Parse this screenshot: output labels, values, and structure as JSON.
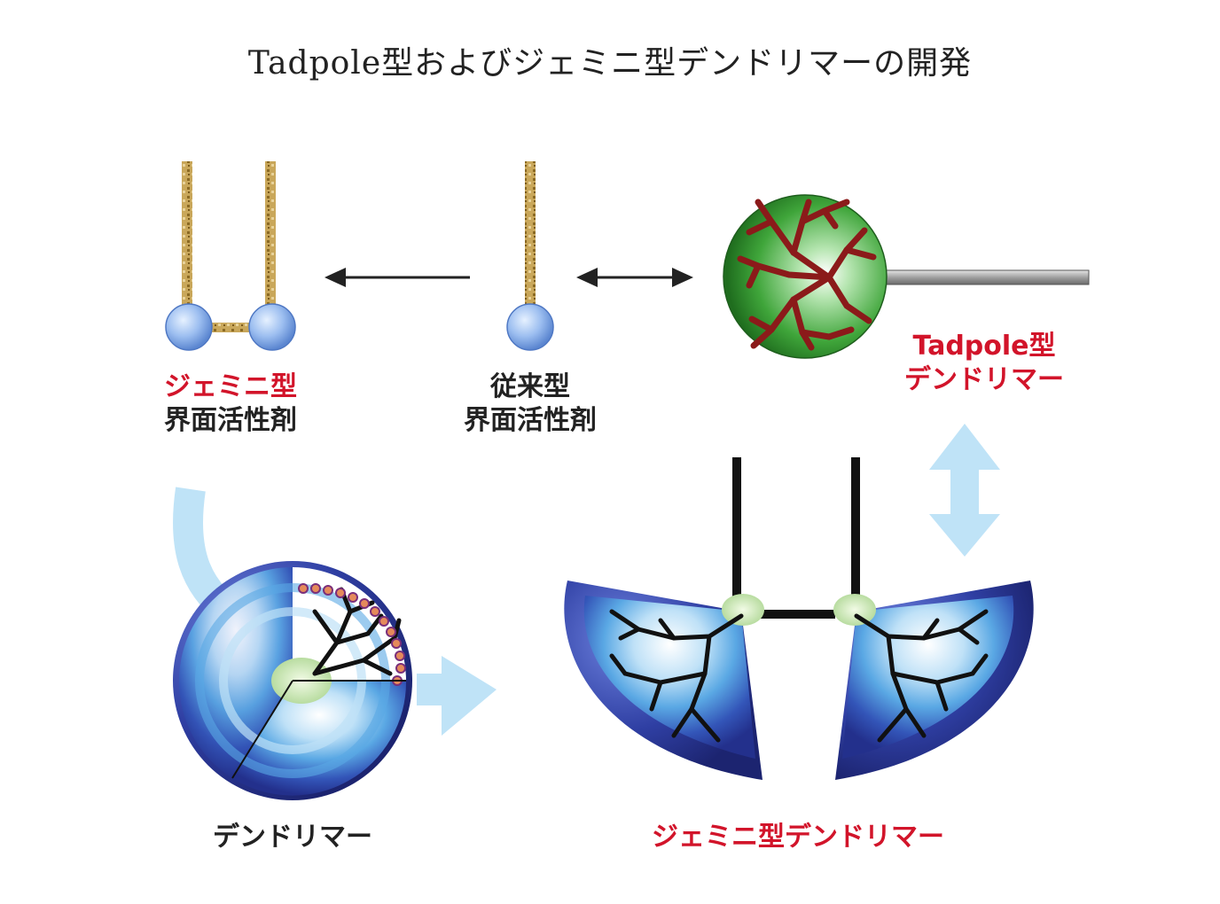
{
  "title": "Tadpole型およびジェミニ型デンドリマーの開発",
  "labels": {
    "gemini_surfactant_line1": "ジェミニ型",
    "gemini_surfactant_line2": "界面活性剤",
    "conventional_surfactant_line1": "従来型",
    "conventional_surfactant_line2": "界面活性剤",
    "tadpole_dendrimer_line1": "Tadpole型",
    "tadpole_dendrimer_line2": "デンドリマー",
    "dendrimer": "デンドリマー",
    "gemini_dendrimer": "ジェミニ型デンドリマー"
  },
  "colors": {
    "highlight_text": "#d2142a",
    "body_text": "#222222",
    "arrow_light_blue": "#bfe3f7",
    "chain_gold": "#c9a75a",
    "head_blue": "#8fb6ea",
    "tadpole_green": "#3f9a3a",
    "branch_red": "#8b1a1a",
    "dendrimer_navy": "#2a3590"
  }
}
